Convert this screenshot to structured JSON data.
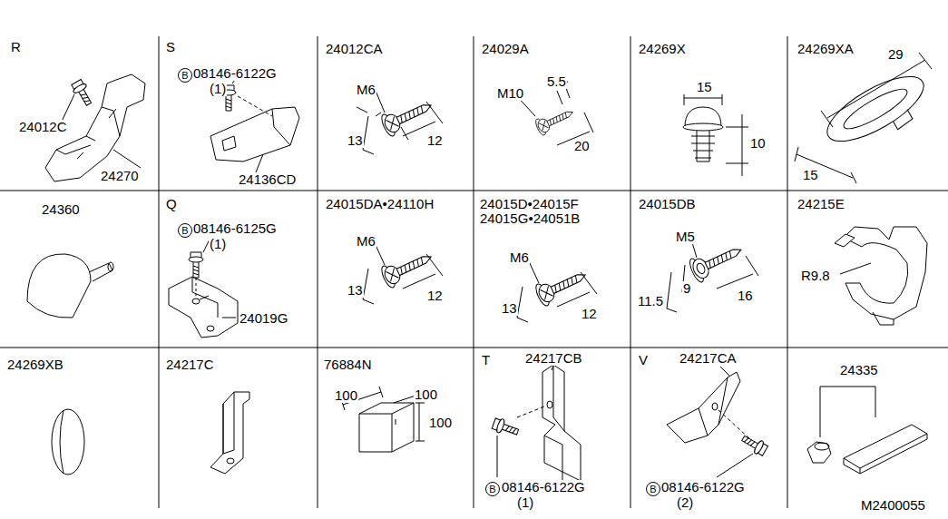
{
  "diagram": {
    "labels": [
      "R",
      "24012C",
      "24270",
      "S",
      "B",
      "08146-6122G",
      "(1)",
      "24136CD",
      "24012CA",
      "M6",
      "13",
      "12",
      "24029A",
      "M10",
      "5.5",
      "20",
      "24269X",
      "15",
      "10",
      "24269XA",
      "29",
      "15",
      "24360",
      "Q",
      "B",
      "08146-6125G",
      "(1)",
      "24019G",
      "24015DA•24110H",
      "M6",
      "13",
      "12",
      "24015D•24015F",
      "24015G•24051B",
      "M6",
      "13",
      "12",
      "24015DB",
      "M5",
      "11.5",
      "9",
      "16",
      "24215E",
      "R9.8",
      "24269XB",
      "24217C",
      "76884N",
      "100",
      "100",
      "100",
      "T",
      "24217CB",
      "B",
      "08146-6122G",
      "(1)",
      "V",
      "24217CA",
      "B",
      "08146-6122G",
      "(2)",
      "24335",
      "M2400055"
    ]
  }
}
